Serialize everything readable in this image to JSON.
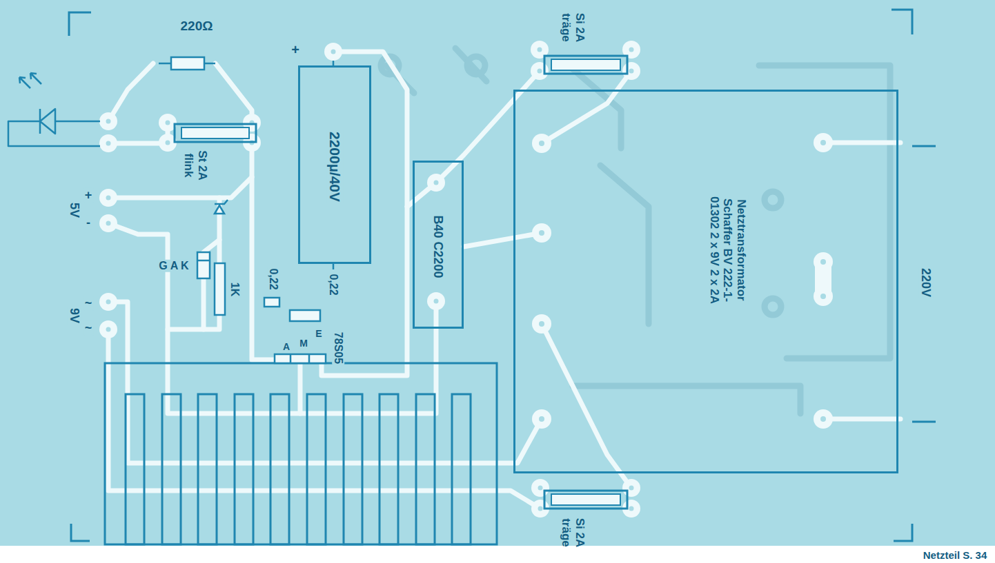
{
  "diagram": {
    "nodes": [
      {
        "text": [
          "2200µ/40V"
        ]
      },
      {
        "text": [
          "B40 C2200"
        ]
      },
      {
        "text": [
          "Netztransformator Schaffer BV 222-1-01302 2 x 9V 2 x 2A"
        ]
      }
    ],
    "labels": [
      "220Ω",
      "Si 2A träge",
      "+",
      "St 2A flink",
      "+",
      "5V",
      "-",
      "9V",
      "~",
      "~",
      "G A K",
      "1K",
      "0,22",
      "0,22",
      "E",
      "M",
      "A",
      "78S05",
      "220V",
      "Si 2A träge",
      "Netzteil S. 34"
    ]
  }
}
